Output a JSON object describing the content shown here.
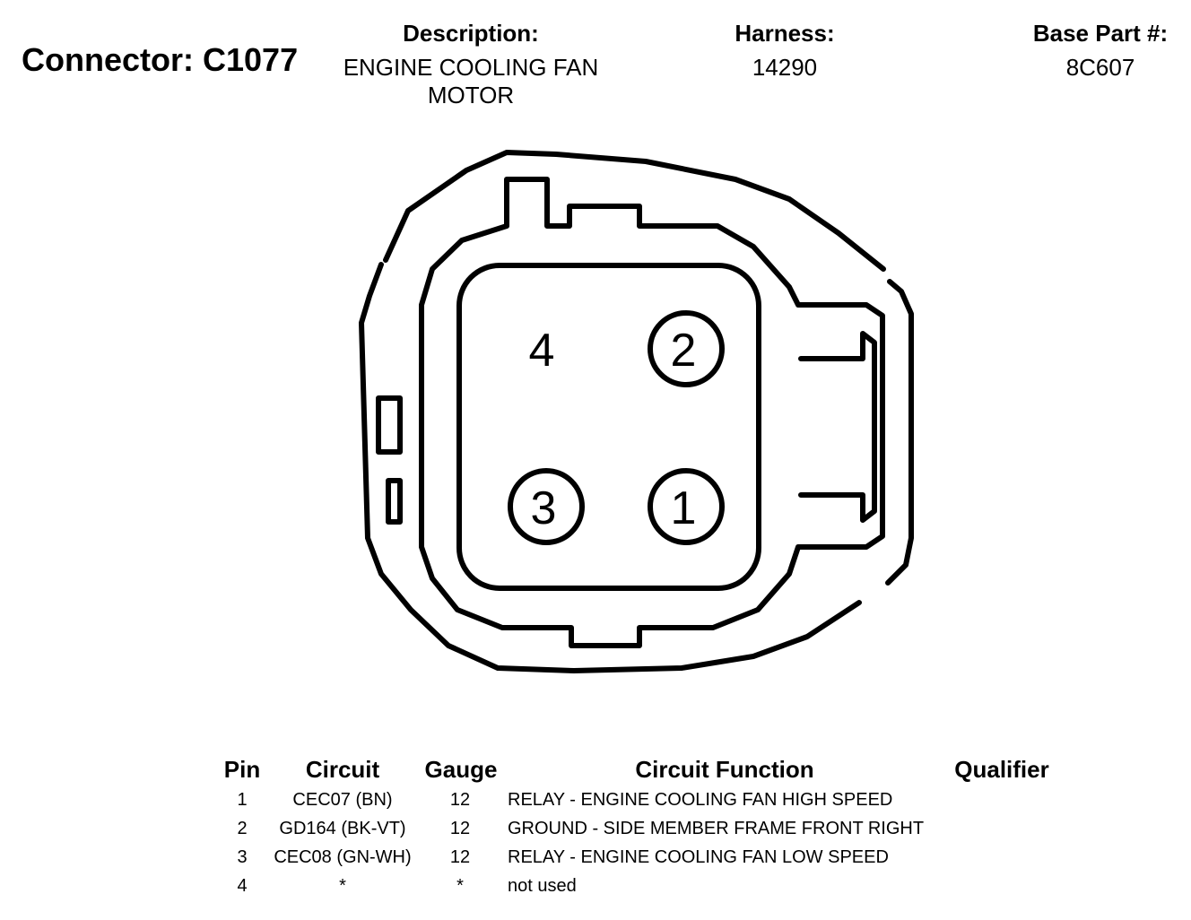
{
  "connector": {
    "label": "Connector:",
    "id": "C1077"
  },
  "header": {
    "description_label": "Description:",
    "description_value": "ENGINE COOLING FAN MOTOR",
    "harness_label": "Harness:",
    "harness_value": "14290",
    "base_part_label": "Base Part #:",
    "base_part_value": "8C607"
  },
  "diagram": {
    "pin_labels": [
      "4",
      "2",
      "3",
      "1"
    ]
  },
  "table": {
    "columns": [
      "Pin",
      "Circuit",
      "Gauge",
      "Circuit Function",
      "Qualifier"
    ],
    "rows": [
      {
        "pin": "1",
        "circuit": "CEC07 (BN)",
        "gauge": "12",
        "function": "RELAY - ENGINE COOLING FAN HIGH SPEED",
        "qualifier": ""
      },
      {
        "pin": "2",
        "circuit": "GD164 (BK-VT)",
        "gauge": "12",
        "function": "GROUND - SIDE MEMBER FRAME FRONT RIGHT",
        "qualifier": ""
      },
      {
        "pin": "3",
        "circuit": "CEC08 (GN-WH)",
        "gauge": "12",
        "function": "RELAY - ENGINE COOLING FAN LOW SPEED",
        "qualifier": ""
      },
      {
        "pin": "4",
        "circuit": "*",
        "gauge": "*",
        "function": "not used",
        "qualifier": ""
      }
    ]
  }
}
